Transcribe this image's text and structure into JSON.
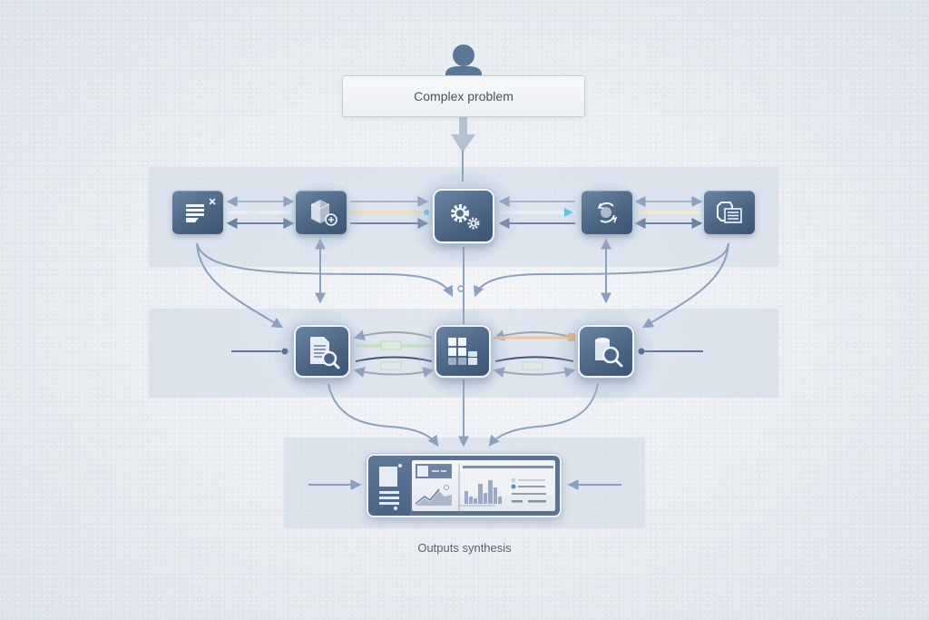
{
  "diagram": {
    "input": {
      "label": "Complex problem",
      "icon": "person-icon"
    },
    "output": {
      "label": "Outputs synthesis",
      "icon": "dashboard-icon"
    },
    "rows": [
      {
        "name": "top-row",
        "nodes": [
          {
            "id": "document-edit",
            "icon": "document-close-icon"
          },
          {
            "id": "cube-add",
            "icon": "cube-add-icon"
          },
          {
            "id": "processing-core",
            "icon": "gears-icon"
          },
          {
            "id": "refresh-cycle",
            "icon": "cycle-refresh-icon"
          },
          {
            "id": "file-list",
            "icon": "file-list-icon"
          }
        ]
      },
      {
        "name": "middle-row",
        "nodes": [
          {
            "id": "document-search",
            "icon": "document-search-icon"
          },
          {
            "id": "data-grid",
            "icon": "grid-blocks-icon"
          },
          {
            "id": "database-search",
            "icon": "database-search-icon"
          }
        ]
      }
    ],
    "colors": {
      "node_fill": "#4d6686",
      "node_light": "#6a84a3",
      "band": "#cdd9e6",
      "wire": "#8aa2be",
      "wire_dark": "#5e7594",
      "accent_green": "#9fd3a6",
      "accent_orange": "#f0b070",
      "accent_cyan": "#5cc6e0",
      "accent_yellow": "#f3d67a",
      "text": "#4a5361",
      "background": "#eef1f5"
    }
  }
}
